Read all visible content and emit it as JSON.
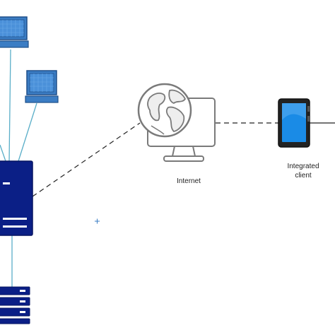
{
  "colors": {
    "device_blue": "#3b7dc4",
    "device_blue_dark": "#1f4f8a",
    "server_navy": "#0b1f86",
    "server_navy_dark": "#061461",
    "link_cyan": "#5aaec8",
    "dashed_line": "#222222",
    "globe_gray": "#777777",
    "phone_screen": "#1a8be6"
  },
  "nodes": {
    "internet": {
      "label": "Internet",
      "icon": "globe-monitor-icon"
    },
    "client": {
      "label_line1": "Integrated",
      "label_line2": "client",
      "icon": "smartphone-icon"
    }
  },
  "icons": {
    "workstation_top": "desktop-computer-icon",
    "workstation_mid": "desktop-computer-icon",
    "server": "server-tower-icon",
    "storage": "rack-storage-icon",
    "marker": "plus-marker-icon"
  }
}
